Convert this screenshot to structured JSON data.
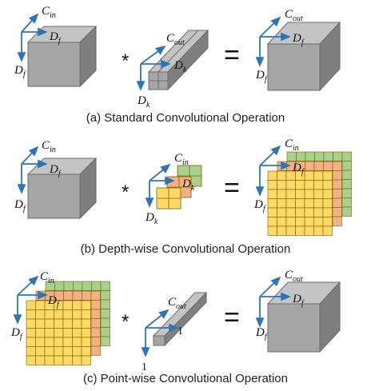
{
  "colors": {
    "cube_front": "#a6a6a6",
    "cube_top": "#c4c4c4",
    "cube_side": "#7f7f7f",
    "cube_edge": "#6a6a6a",
    "arrow": "#2e75b6",
    "grid_yellow": "#ffd966",
    "grid_orange": "#f4b183",
    "grid_green": "#a9d18e",
    "grid_line": "#7f6000"
  },
  "labels": {
    "cin": {
      "base": "C",
      "sub": "in"
    },
    "cout": {
      "base": "C",
      "sub": "out"
    },
    "df": {
      "base": "D",
      "sub": "f"
    },
    "dk": {
      "base": "D",
      "sub": "k"
    },
    "one": "1",
    "star": "*",
    "equals": "="
  },
  "captions": {
    "a": "(a) Standard Convolutional Operation",
    "b": "(b) Depth-wise Convolutional Operation",
    "c": "(c) Point-wise Convolutional Operation"
  }
}
